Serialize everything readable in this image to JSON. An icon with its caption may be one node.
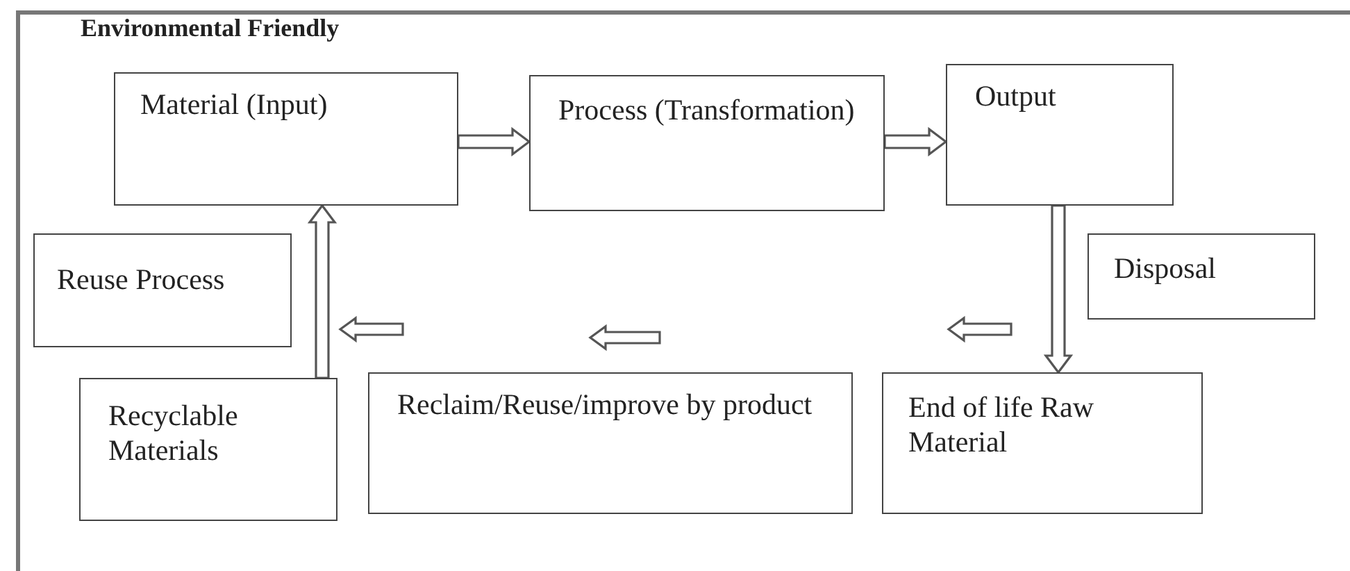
{
  "diagram": {
    "title": "Environmental Friendly",
    "nodes": [
      {
        "text": [
          "Material (Input)"
        ]
      },
      {
        "text": [
          "Process (Transformation)"
        ]
      },
      {
        "text": [
          "Output"
        ]
      },
      {
        "text": [
          "Reuse Process"
        ]
      },
      {
        "text": [
          "Disposal"
        ]
      },
      {
        "text": [
          "Recyclable Materials"
        ]
      },
      {
        "text": [
          "Reclaim/Reuse/improve by product"
        ]
      },
      {
        "text": [
          "End of life Raw Material"
        ]
      }
    ],
    "edges": [
      {
        "from": 0,
        "to": 1,
        "arrow": "to"
      },
      {
        "from": 1,
        "to": 2,
        "arrow": "to"
      },
      {
        "from": 2,
        "to": 7,
        "arrow": "to"
      },
      {
        "from": 5,
        "to": 0,
        "arrow": "to"
      }
    ]
  }
}
